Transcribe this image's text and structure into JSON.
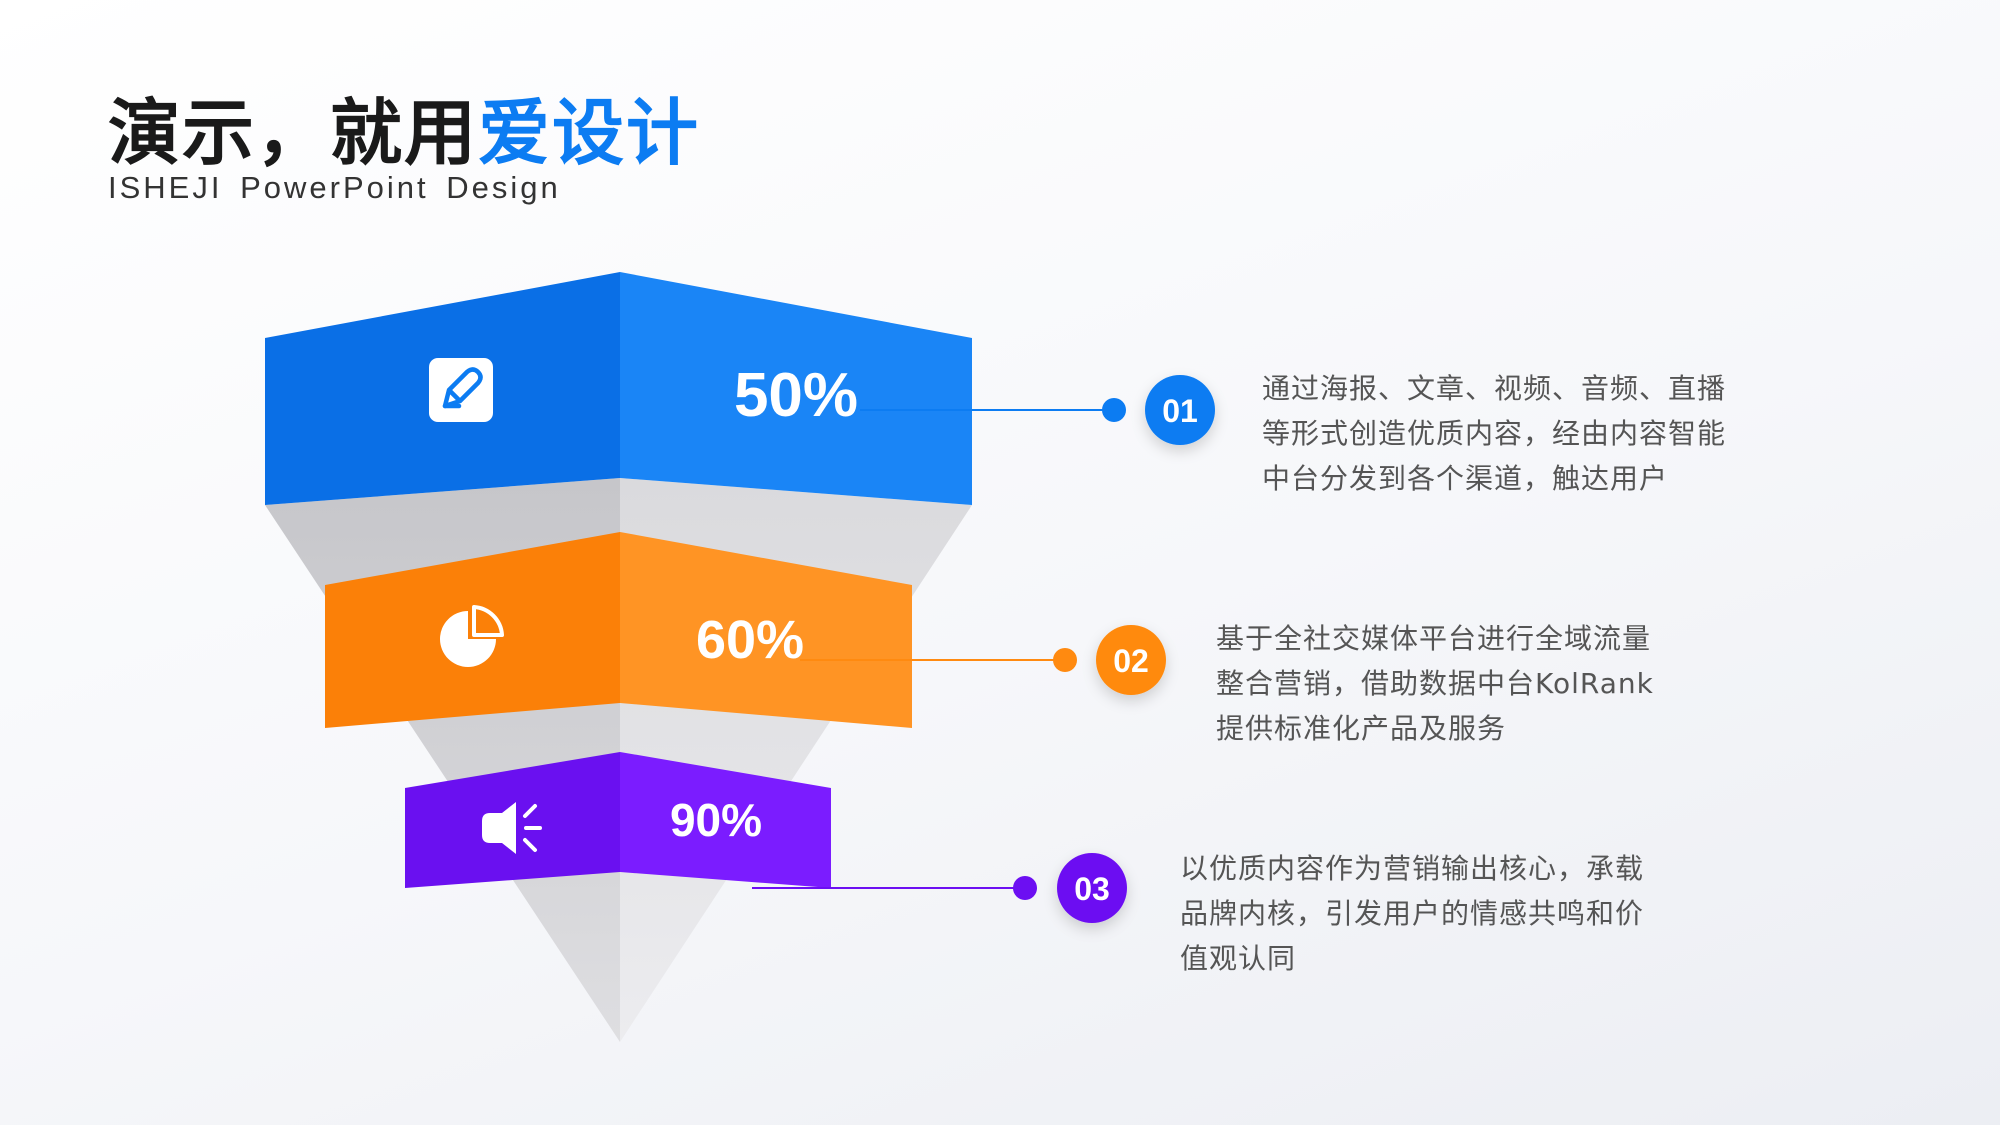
{
  "header": {
    "title_main": "演示，就用",
    "title_highlight": "爱设计",
    "subtitle": "ISHEJI PowerPoint Design"
  },
  "colors": {
    "blue": "#0c7cf2",
    "orange": "#ff8a10",
    "purple": "#6c0ff2",
    "gray": "#d9d9dc"
  },
  "levels": [
    {
      "value": "50%",
      "number": "01",
      "icon": "edit-icon",
      "lines": [
        "通过海报、文章、视频、音频、直播",
        "等形式创造优质内容，经由内容智能",
        "中台分发到各个渠道，触达用户"
      ]
    },
    {
      "value": "60%",
      "number": "02",
      "icon": "pie-chart-icon",
      "lines": [
        "基于全社交媒体平台进行全域流量",
        "整合营销，借助数据中台KolRank",
        "提供标准化产品及服务"
      ]
    },
    {
      "value": "90%",
      "number": "03",
      "icon": "speaker-icon",
      "lines": [
        "以优质内容作为营销输出核心，承载",
        "品牌内核，引发用户的情感共鸣和价",
        "值观认同"
      ]
    }
  ]
}
